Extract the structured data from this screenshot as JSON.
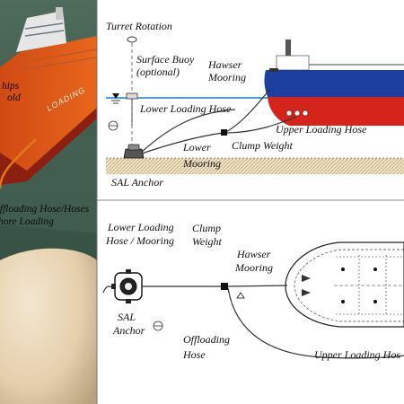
{
  "left_photo": {
    "label_line1": "hips",
    "label_line2": "old",
    "label_line3": "offloading Hose/Hoses",
    "label_line4": "hore Loading",
    "hull_text": "LOADING"
  },
  "top_diagram": {
    "turret_rotation": "Turret Rotation",
    "surface_buoy_line1": "Surface Buoy",
    "surface_buoy_line2": "(optional)",
    "hawser_line1": "Hawser",
    "hawser_line2": "Mooring",
    "lower_loading_hose": "Lower Loading Hose",
    "upper_loading_hose": "Upper Loading Hose",
    "lower_mooring_line1": "Lower",
    "lower_mooring_line2": "Mooring",
    "clump_weight": "Clump Weight",
    "sal_anchor": "SAL Anchor"
  },
  "bottom_diagram": {
    "lower_hose_line1": "Lower Loading",
    "lower_hose_line2": "Hose / Mooring",
    "clump_line1": "Clump",
    "clump_line2": "Weight",
    "hawser_line1": "Hawser",
    "hawser_line2": "Mooring",
    "sal_line1": "SAL",
    "sal_line2": "Anchor",
    "offloading_line1": "Offloading",
    "offloading_line2": "Hose",
    "upper_loading_hose": "Upper Loading Hos"
  },
  "colors": {
    "ship_red": "#d4241c",
    "ship_blue": "#1d3fa0",
    "water_blue": "#4aa0d8",
    "photo_water": "#3e5a4e",
    "seabed": "#e8dcc2"
  }
}
